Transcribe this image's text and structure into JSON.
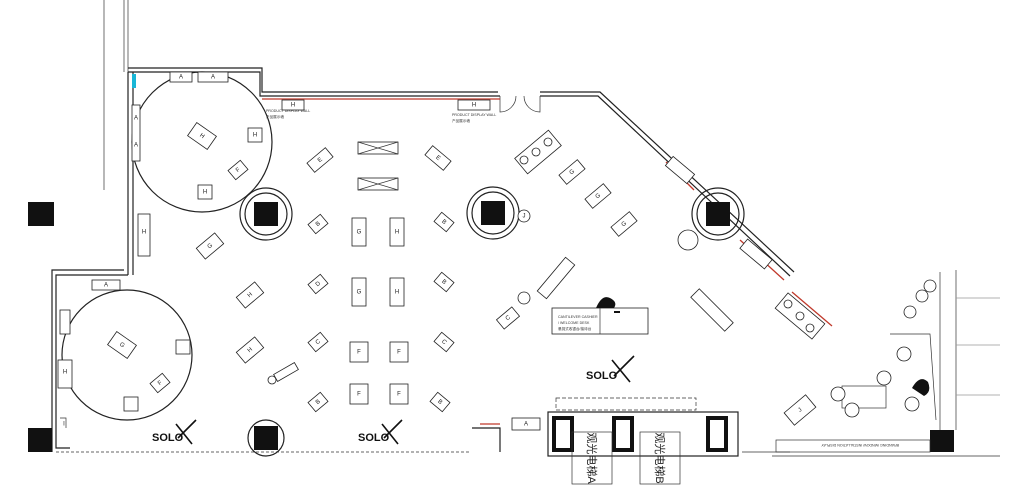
{
  "brand": "SOLO",
  "cashier": {
    "line1": "CANTILEVER CASHIER",
    "line2": "/ WELCOME DESK",
    "line3": "悬挑式收银台/接待台"
  },
  "elevators": [
    "观光电梯A",
    "观光电梯B"
  ],
  "window_display": "BRANDING WINDOW INSTALLATION DISPLAY",
  "tags": {
    "tag_a": "A",
    "tag_b": "B",
    "tag_c": "C",
    "tag_d": "D",
    "tag_e": "E",
    "tag_f": "F",
    "tag_g": "G",
    "tag_h": "H",
    "tag_i": "I",
    "tag_j": "J"
  },
  "wall_note": "PRODUCT DISPLAY WALL",
  "wall_note_cn": "产品展示墙"
}
